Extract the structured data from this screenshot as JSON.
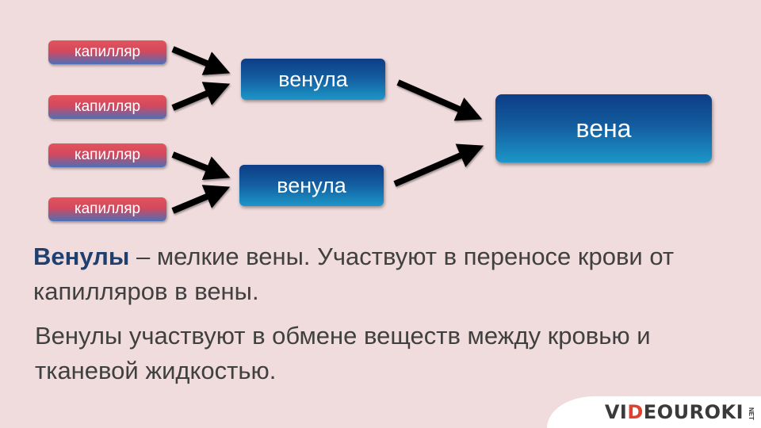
{
  "diagram": {
    "capillaries": [
      "капилляр",
      "капилляр",
      "капилляр",
      "капилляр"
    ],
    "venules": [
      "венула",
      "венула"
    ],
    "vein": "вена"
  },
  "text": {
    "term": "Венулы",
    "definition_rest": " – мелкие вены. Участвуют в переносе крови от капилляров в вены.",
    "paragraph2": "Венулы участвуют в обмене веществ между кровью и тканевой жидкостью."
  },
  "logo": {
    "part1": "VI",
    "part2": "D",
    "part3": "EOUROKI",
    "suffix": "NET"
  },
  "colors": {
    "capillary_top": "#e2545c",
    "capillary_bottom": "#4d6fb8",
    "venule": "#135c9e",
    "term": "#1f3f6e",
    "background": "#f1dcdd"
  }
}
